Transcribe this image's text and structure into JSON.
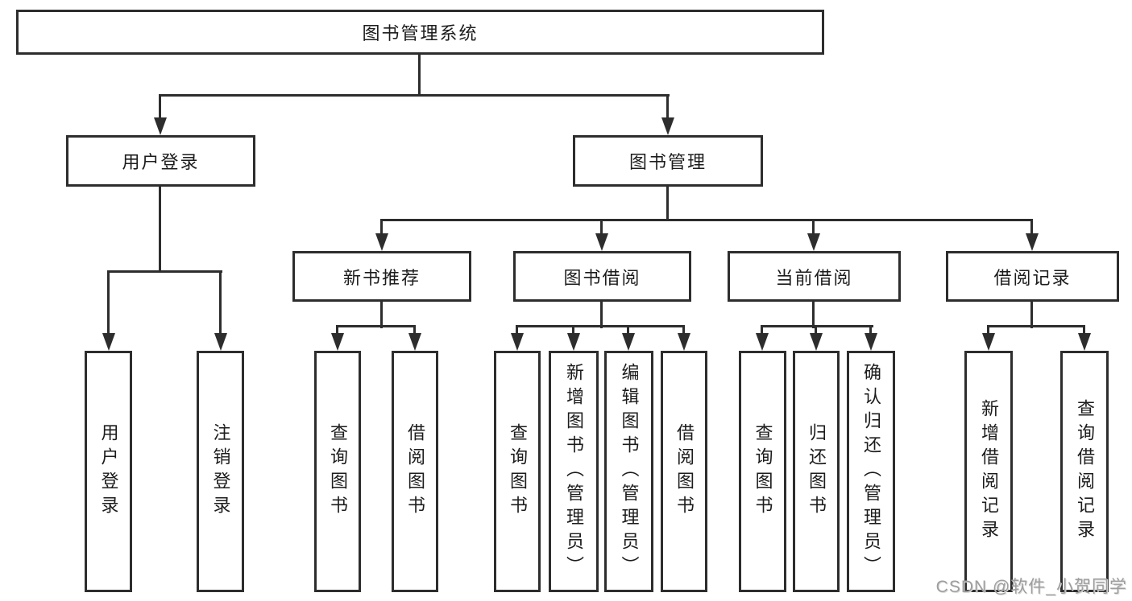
{
  "diagram_title": "图书管理系统",
  "nodes": {
    "root": "图书管理系统",
    "user_login": "用户登录",
    "book_mgmt": "图书管理",
    "new_book_rec": "新书推荐",
    "book_borrow": "图书借阅",
    "current_borrow": "当前借阅",
    "borrow_records": "借阅记录",
    "user_login_leaf": "用户登录",
    "logout_leaf": "注销登录",
    "nbr_query": "查询图书",
    "nbr_borrow": "借阅图书",
    "bb_query": "查询图书",
    "bb_add": "新增图书（管理员）",
    "bb_edit": "编辑图书（管理员）",
    "bb_borrow": "借阅图书",
    "cb_query": "查询图书",
    "cb_return": "归还图书",
    "cb_confirm": "确认归还（管理员）",
    "br_add": "新增借阅记录",
    "br_query": "查询借阅记录"
  },
  "hierarchy": {
    "图书管理系统": {
      "用户登录": [
        "用户登录",
        "注销登录"
      ],
      "图书管理": {
        "新书推荐": [
          "查询图书",
          "借阅图书"
        ],
        "图书借阅": [
          "查询图书",
          "新增图书（管理员）",
          "编辑图书（管理员）",
          "借阅图书"
        ],
        "当前借阅": [
          "查询图书",
          "归还图书",
          "确认归还（管理员）"
        ],
        "借阅记录": [
          "新增借阅记录",
          "查询借阅记录"
        ]
      }
    }
  },
  "watermark": "CSDN @软件_小贺同学",
  "colors": {
    "stroke": "#2d2d2d",
    "text": "#1c1c1c",
    "watermark": "#9e9e9e",
    "bg": "#ffffff"
  }
}
